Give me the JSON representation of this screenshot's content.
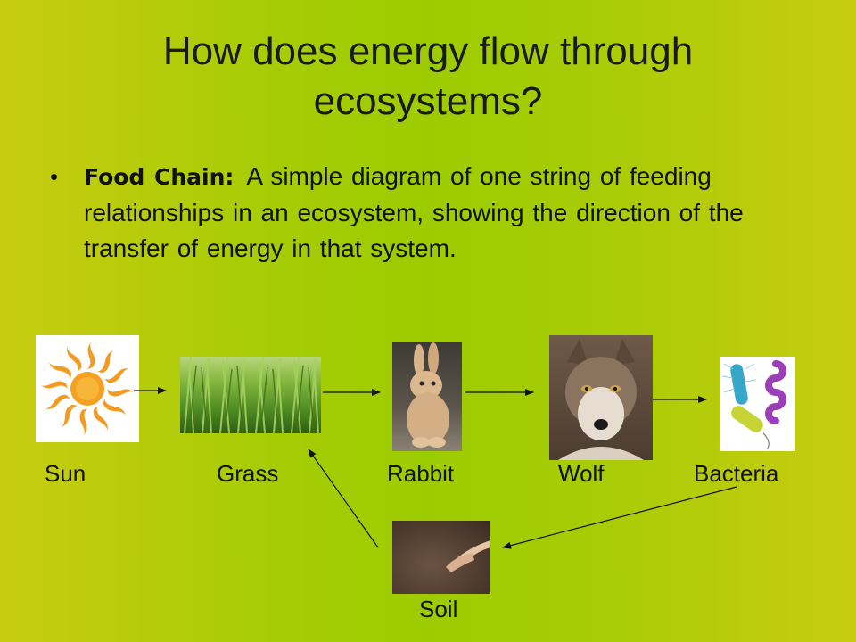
{
  "slide": {
    "title_line1": "How does energy flow through",
    "title_line2": "ecosystems?",
    "bullet": {
      "marker": "•",
      "term": "Food Chain:",
      "definition": "A simple diagram of one string of feeding relationships in an ecosystem, showing the direction of the transfer of energy in that system."
    }
  },
  "diagram": {
    "nodes": [
      {
        "id": "sun",
        "label": "Sun"
      },
      {
        "id": "grass",
        "label": "Grass"
      },
      {
        "id": "rabbit",
        "label": "Rabbit"
      },
      {
        "id": "wolf",
        "label": "Wolf"
      },
      {
        "id": "bacteria",
        "label": "Bacteria"
      },
      {
        "id": "soil",
        "label": "Soil"
      }
    ],
    "edges": [
      {
        "from": "sun",
        "to": "grass"
      },
      {
        "from": "grass",
        "to": "rabbit"
      },
      {
        "from": "rabbit",
        "to": "wolf"
      },
      {
        "from": "wolf",
        "to": "bacteria"
      },
      {
        "from": "bacteria",
        "to": "soil"
      },
      {
        "from": "soil",
        "to": "grass"
      }
    ]
  }
}
